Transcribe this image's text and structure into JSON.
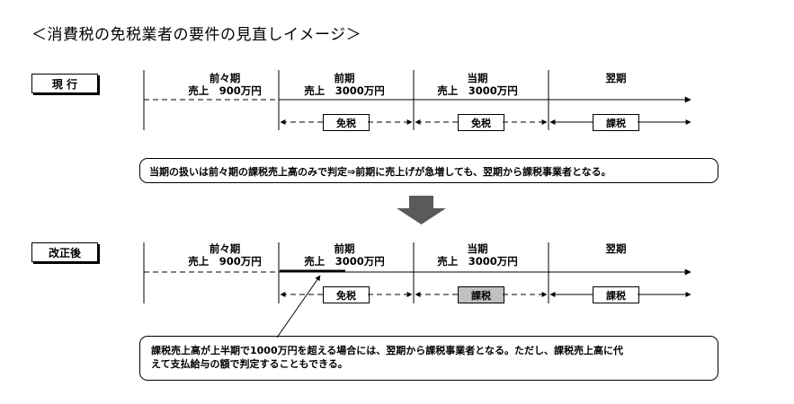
{
  "title": "＜消費税の免税業者の要件の見直しイメージ＞",
  "current": {
    "label": "現 行",
    "periods": [
      {
        "name": "前々期",
        "sales": "売上　900万円"
      },
      {
        "name": "前期",
        "sales": "売上　3000万円"
      },
      {
        "name": "当期",
        "sales": "売上　3000万円"
      },
      {
        "name": "翌期",
        "sales": ""
      }
    ],
    "tax": [
      "免税",
      "免税",
      "課税"
    ],
    "note": "当期の扱いは前々期の課税売上高のみで判定⇒前期に売上げが急増しても、翌期から課税事業者となる。"
  },
  "revised": {
    "label": "改正後",
    "periods": [
      {
        "name": "前々期",
        "sales": "売上　900万円"
      },
      {
        "name": "前期",
        "sales": "売上　3000万円"
      },
      {
        "name": "当期",
        "sales": "売上　3000万円"
      },
      {
        "name": "翌期",
        "sales": ""
      }
    ],
    "tax": [
      "免税",
      "課税",
      "課税"
    ],
    "highlight_color": "#c0c0c0",
    "note_line1": "課税売上高が上半期で1000万円を超える場合には、翌期から課税事業者となる。ただし、課税売上高に代",
    "note_line2": "えて支払給与の額で判定することもできる。"
  },
  "colors": {
    "down_arrow": "#5a5a5a"
  }
}
